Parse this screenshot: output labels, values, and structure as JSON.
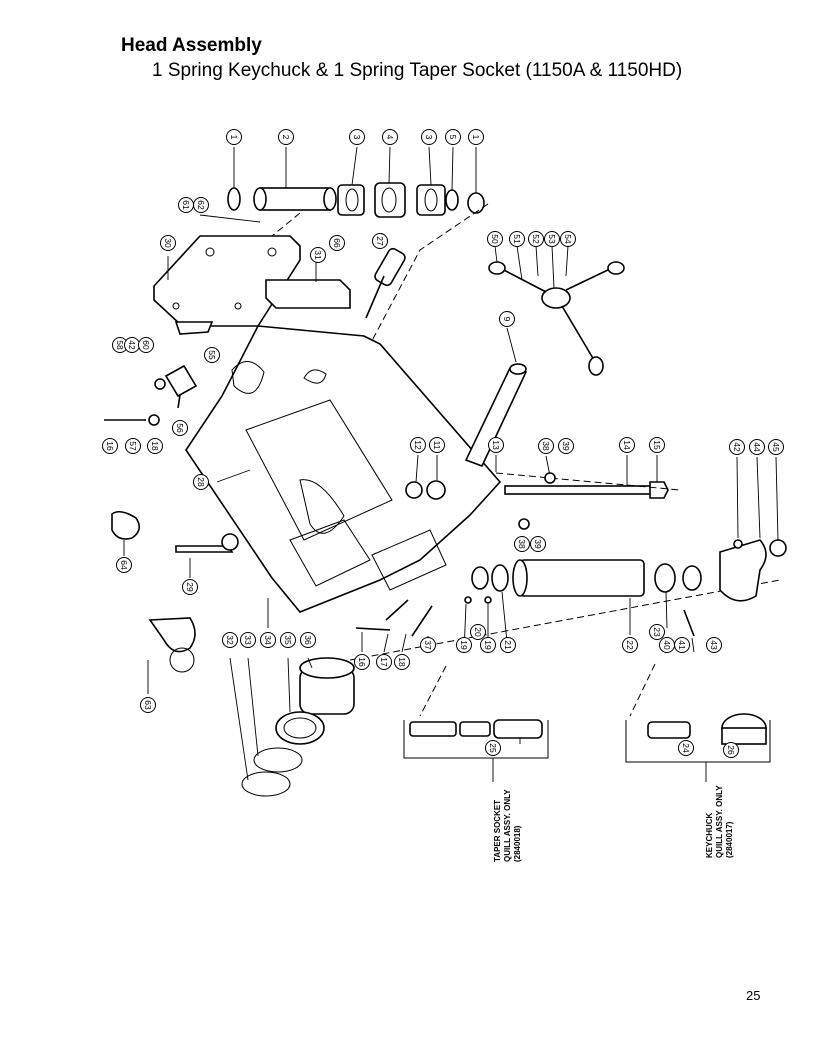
{
  "header": {
    "title": "Head Assembly",
    "subtitle": "1 Spring Keychuck & 1 Spring Taper Socket (1150A & 1150HD)"
  },
  "page_number": "25",
  "callouts": [
    {
      "id": "c1a",
      "label": "1"
    },
    {
      "id": "c2",
      "label": "2"
    },
    {
      "id": "c3a",
      "label": "3"
    },
    {
      "id": "c4",
      "label": "4"
    },
    {
      "id": "c3b",
      "label": "3"
    },
    {
      "id": "c5",
      "label": "5"
    },
    {
      "id": "c1b",
      "label": "1"
    },
    {
      "id": "c61",
      "label": "61"
    },
    {
      "id": "c62",
      "label": "62"
    },
    {
      "id": "c30",
      "label": "30"
    },
    {
      "id": "c31",
      "label": "31"
    },
    {
      "id": "c66",
      "label": "66"
    },
    {
      "id": "c27",
      "label": "27"
    },
    {
      "id": "c50",
      "label": "50"
    },
    {
      "id": "c51",
      "label": "51"
    },
    {
      "id": "c52",
      "label": "52"
    },
    {
      "id": "c53",
      "label": "53"
    },
    {
      "id": "c54",
      "label": "54"
    },
    {
      "id": "c9",
      "label": "9"
    },
    {
      "id": "c58",
      "label": "58"
    },
    {
      "id": "c42a",
      "label": "42"
    },
    {
      "id": "c60",
      "label": "60"
    },
    {
      "id": "c55",
      "label": "55"
    },
    {
      "id": "c56",
      "label": "56"
    },
    {
      "id": "c16",
      "label": "16"
    },
    {
      "id": "c57",
      "label": "57"
    },
    {
      "id": "c18a",
      "label": "18"
    },
    {
      "id": "c12",
      "label": "12"
    },
    {
      "id": "c11",
      "label": "11"
    },
    {
      "id": "c13",
      "label": "13"
    },
    {
      "id": "c38a",
      "label": "38"
    },
    {
      "id": "c39a",
      "label": "39"
    },
    {
      "id": "c14",
      "label": "14"
    },
    {
      "id": "c15",
      "label": "15"
    },
    {
      "id": "c42b",
      "label": "42"
    },
    {
      "id": "c44",
      "label": "44"
    },
    {
      "id": "c45",
      "label": "45"
    },
    {
      "id": "c28",
      "label": "28"
    },
    {
      "id": "c38b",
      "label": "38"
    },
    {
      "id": "c39b",
      "label": "39"
    },
    {
      "id": "c64",
      "label": "64"
    },
    {
      "id": "c29",
      "label": "29"
    },
    {
      "id": "c32",
      "label": "32"
    },
    {
      "id": "c33",
      "label": "33"
    },
    {
      "id": "c34",
      "label": "34"
    },
    {
      "id": "c35",
      "label": "35"
    },
    {
      "id": "c36",
      "label": "36"
    },
    {
      "id": "c16b",
      "label": "16"
    },
    {
      "id": "c17",
      "label": "17"
    },
    {
      "id": "c18b",
      "label": "18"
    },
    {
      "id": "c37",
      "label": "37"
    },
    {
      "id": "c19a",
      "label": "19"
    },
    {
      "id": "c20",
      "label": "20"
    },
    {
      "id": "c19b",
      "label": "19"
    },
    {
      "id": "c21",
      "label": "21"
    },
    {
      "id": "c22",
      "label": "22"
    },
    {
      "id": "c23",
      "label": "23"
    },
    {
      "id": "c40",
      "label": "40"
    },
    {
      "id": "c41",
      "label": "41"
    },
    {
      "id": "c43",
      "label": "43"
    },
    {
      "id": "c63",
      "label": "63"
    },
    {
      "id": "c25",
      "label": "25"
    },
    {
      "id": "c24",
      "label": "24"
    },
    {
      "id": "c26",
      "label": "26"
    }
  ],
  "sub_assemblies": {
    "taper": [
      "TAPER SOCKET",
      "QUILL ASSY. ONLY",
      "(2840018)"
    ],
    "keychuck": [
      "KEYCHUCK",
      "QUILL ASSY. ONLY",
      "(2840017)"
    ]
  }
}
